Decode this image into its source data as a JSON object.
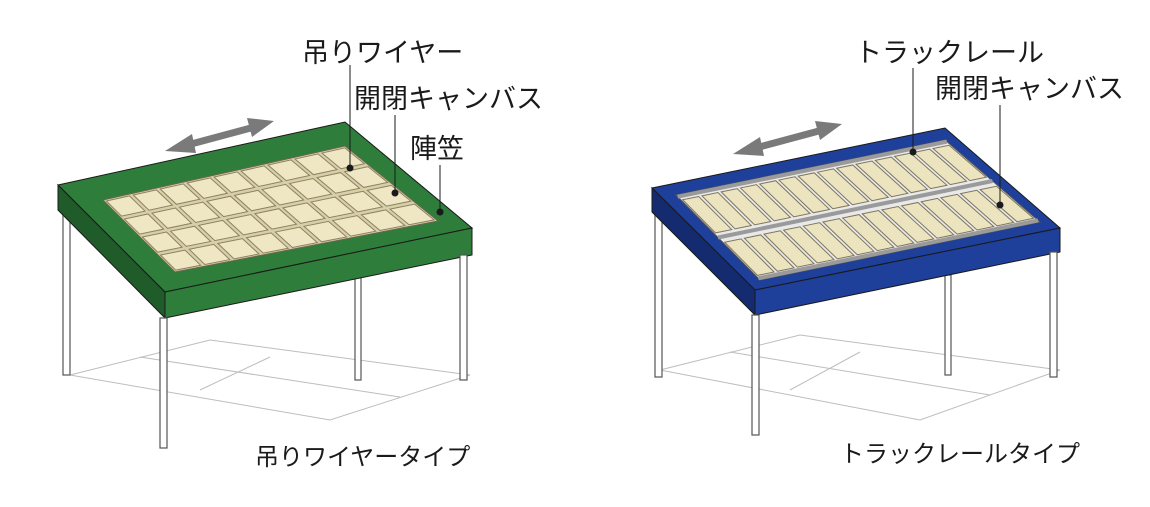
{
  "diagrams": [
    {
      "caption": "吊りワイヤータイプ",
      "labels": [
        "吊りワイヤー",
        "開閉キャンバス",
        "陣笠"
      ],
      "colors": {
        "frame": "#2e7d3a",
        "frame_dark": "#1f5c2a",
        "canvas": "#efe6c4"
      }
    },
    {
      "caption": "トラックレールタイプ",
      "labels": [
        "トラックレール",
        "開閉キャンバス"
      ],
      "colors": {
        "frame": "#1e3f9a",
        "frame_dark": "#142b70",
        "canvas": "#ece3bf"
      }
    }
  ],
  "icons": {
    "move_arrow": "double-arrow-icon"
  }
}
